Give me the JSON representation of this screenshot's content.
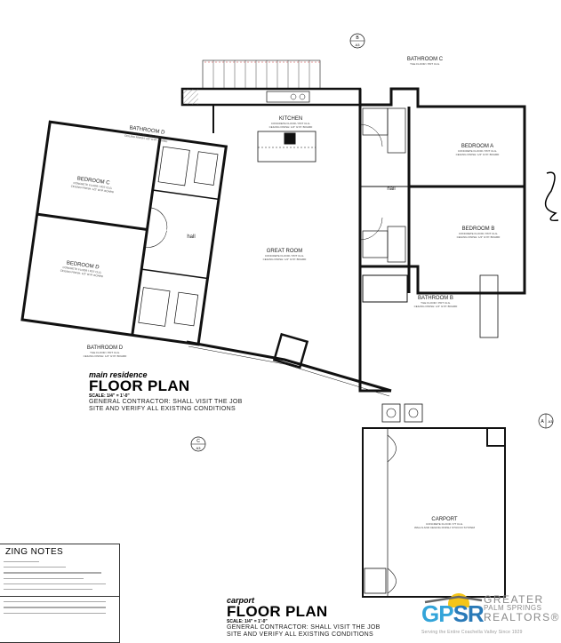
{
  "rooms": {
    "bathroom_c": {
      "name": "BATHROOM C",
      "finish": "TILE FLOOR / PDT CLG."
    },
    "kitchen": {
      "name": "KITCHEN",
      "finish": "CONCRETE FLOOR / PDT CLG.",
      "ceiling": "CEILING FINISH: 1/2\" GYP. BOARD"
    },
    "bathroom_d_top": {
      "name": "BATHROOM D",
      "finish": "TILE FLOOR / PDT CLG.",
      "ceiling": "CEILING FINISH: 1/2\" GYP. BOARD"
    },
    "bedroom_c": {
      "name": "BEDROOM C",
      "finish": "CONCRETE FLOOR / PDT CLG.",
      "ceiling": "CEILING FINISH: 1/2\" GYP. BOARD"
    },
    "bedroom_d": {
      "name": "BEDROOM D",
      "finish": "CONCRETE FLOOR / PDT CLG.",
      "ceiling": "CEILING FINISH: 1/2\" GYP. BOARD"
    },
    "great_room": {
      "name": "GREAT ROOM",
      "finish": "CONCRETE FLOOR / PDT CLG.",
      "ceiling": "CEILING FINISH: 1/2\" GYP. BOARD"
    },
    "bedroom_a": {
      "name": "BEDROOM A",
      "finish": "CONCRETE FLOOR / PDT CLG.",
      "ceiling": "CEILING FINISH: 1/2\" GYP. BOARD"
    },
    "bedroom_b": {
      "name": "BEDROOM B",
      "finish": "CONCRETE FLOOR / PDT CLG.",
      "ceiling": "CEILING FINISH: 1/2\" GYP. BOARD"
    },
    "bathroom_b": {
      "name": "BATHROOM B",
      "finish": "TILE FLOOR / PDT CLG.",
      "ceiling": "CEILING FINISH: 1/2\" GYP. BOARD"
    },
    "bathroom_d_bottom": {
      "name": "BATHROOM D",
      "finish": "TILE FLOOR / PDT CLG.",
      "ceiling": "CEILING FINISH: 1/2\" GYP. BOARD"
    },
    "carport": {
      "name": "CARPORT",
      "finish": "CONCRETE FLOOR / PT CLG.",
      "ceiling": "WALLS AND CEILING FINISH: STUCCO SYSTEM"
    },
    "hall_left": {
      "name": "hall"
    },
    "hall_right": {
      "name": "hall"
    }
  },
  "section_markers": [
    {
      "letter": "B",
      "sheet": "A3"
    },
    {
      "letter": "C",
      "sheet": "A3"
    },
    {
      "letter": "A",
      "sheet": "A3"
    }
  ],
  "main_plan": {
    "caption": "main residence",
    "title": "FLOOR PLAN",
    "scale": "SCALE:  1/4\" = 1'-0\"",
    "note_line1": "GENERAL CONTRACTOR: SHALL VISIT THE JOB",
    "note_line2": "SITE AND VERIFY ALL EXISTING CONDITIONS"
  },
  "carport_plan": {
    "caption": "carport",
    "title": "FLOOR PLAN",
    "scale": "SCALE:  1/4\" = 1'-0\"",
    "note_line1": "GENERAL CONTRACTOR: SHALL VISIT THE JOB",
    "note_line2": "SITE AND VERIFY ALL EXISTING CONDITIONS"
  },
  "notes": {
    "title": "ZING NOTES"
  },
  "logo": {
    "abbr_a": "GP",
    "abbr_b": "SR",
    "line1": "GREATER",
    "line2": "PALM SPRINGS",
    "line3": "REALTORS®",
    "tagline": "Serving the Entire Coachella Valley Since 1929"
  }
}
